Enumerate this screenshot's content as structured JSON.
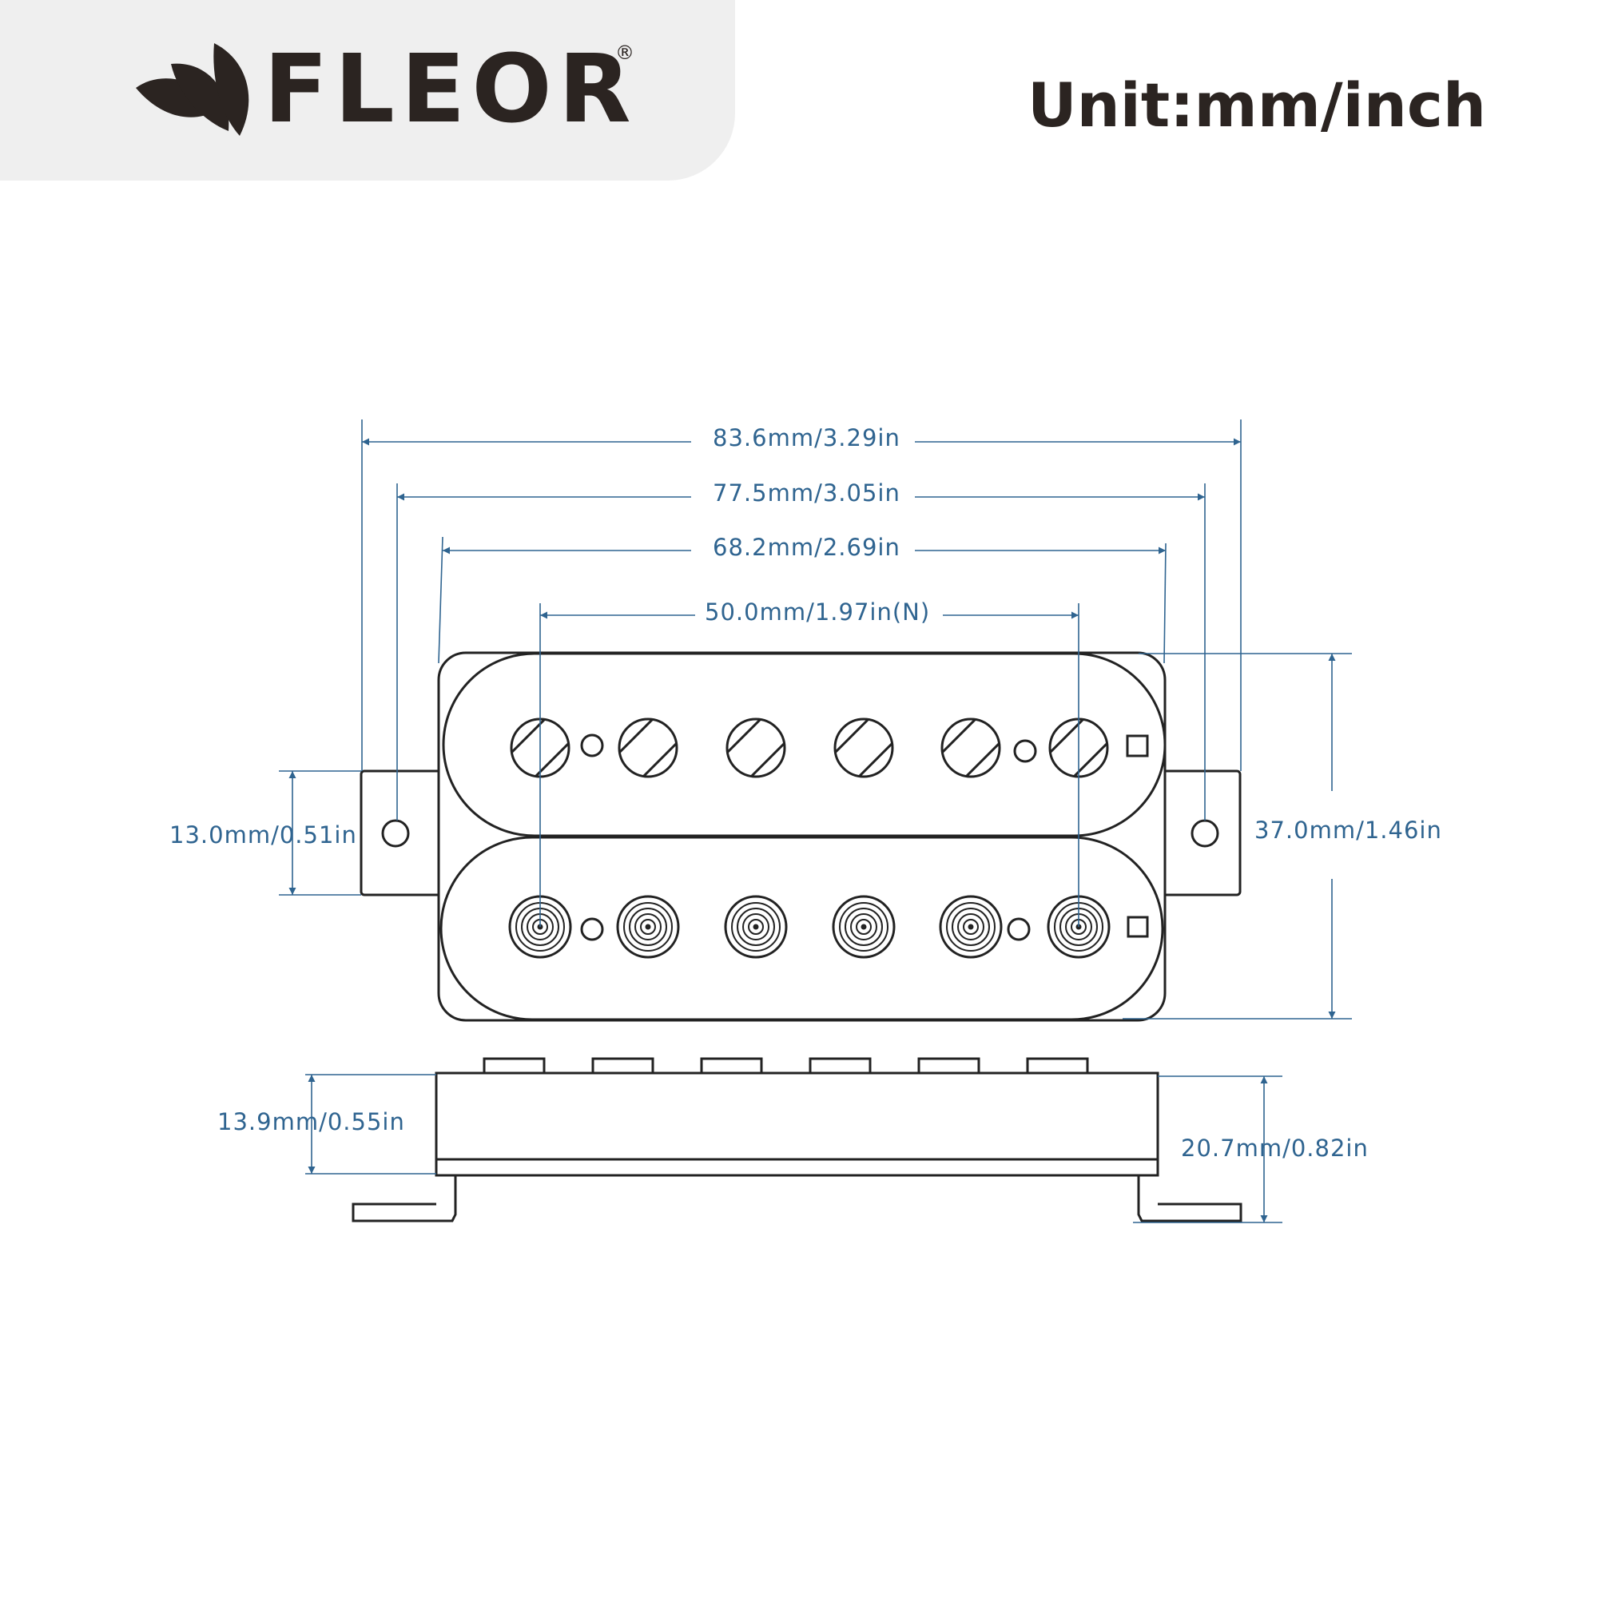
{
  "brand": {
    "name": "FLEOR",
    "registered": "®"
  },
  "unit_label": "Unit:mm/inch",
  "colors": {
    "dimension": "#2f6490",
    "outline": "#222222",
    "header_panel": "#efefef",
    "brand": "#2b2421"
  },
  "dimensions": {
    "overall_length": "83.6mm/3.29in",
    "mounting_hole_spacing": "77.5mm/3.05in",
    "cover_length": "68.2mm/2.69in",
    "pole_spacing": "50.0mm/1.97in(N)",
    "tab_width": "13.0mm/0.51in",
    "cover_width": "37.0mm/1.46in",
    "body_height": "13.9mm/0.55in",
    "total_height": "20.7mm/0.82in"
  }
}
